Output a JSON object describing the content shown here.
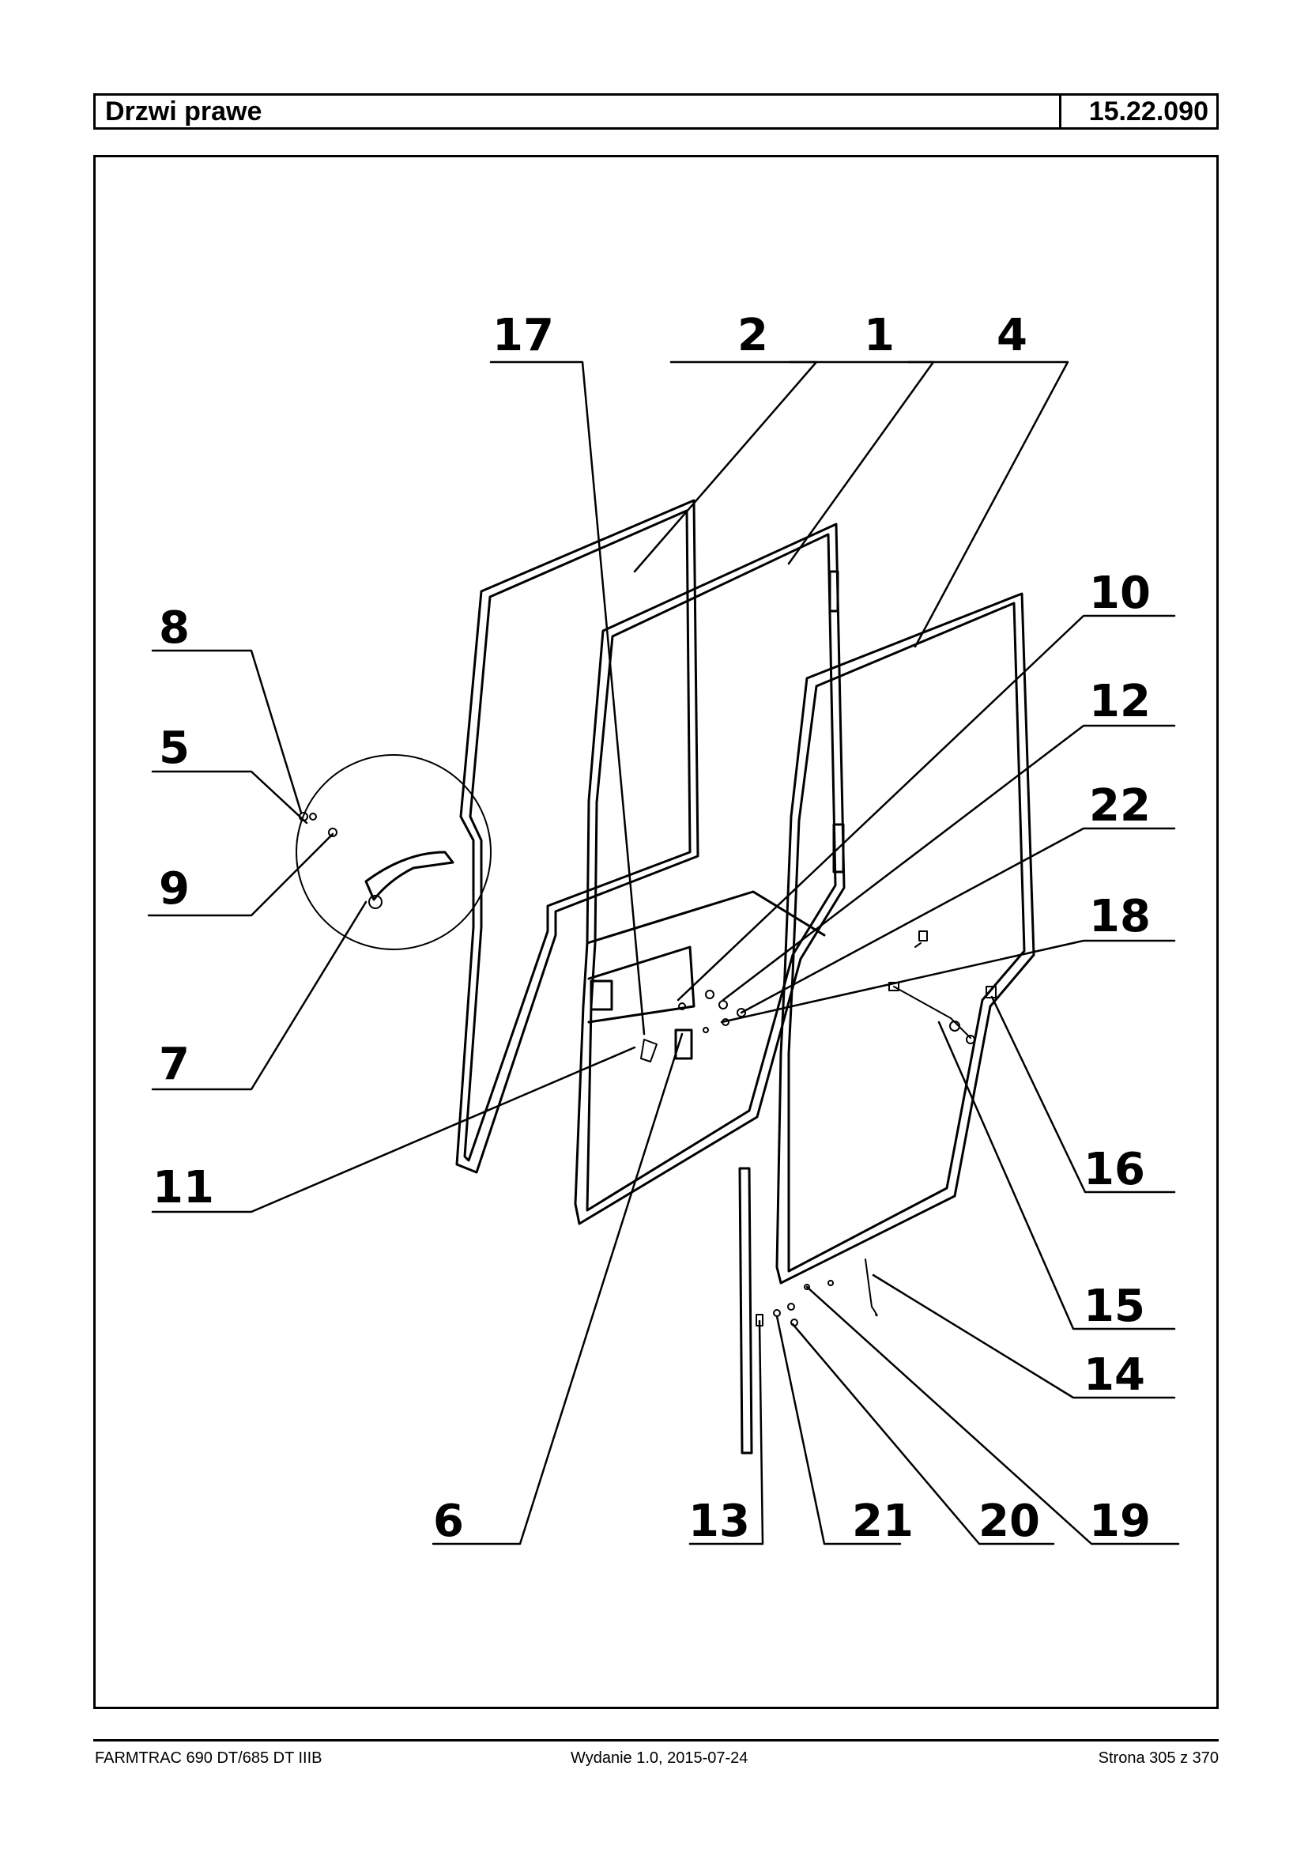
{
  "header": {
    "title": "Drzwi prawe",
    "code": "15.22.090"
  },
  "diagram": {
    "callouts": [
      "17",
      "2",
      "1",
      "4",
      "8",
      "5",
      "9",
      "7",
      "11",
      "10",
      "12",
      "22",
      "18",
      "16",
      "15",
      "14",
      "6",
      "13",
      "21",
      "20",
      "19"
    ]
  },
  "footer": {
    "model": "FARMTRAC 690 DT/685 DT IIIB",
    "edition": "Wydanie 1.0,  2015-07-24",
    "page": "Strona 305 z 370"
  }
}
